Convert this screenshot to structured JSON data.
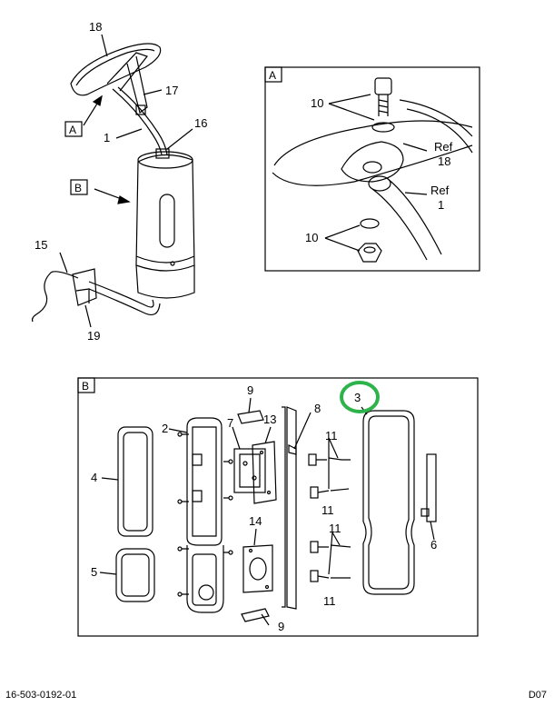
{
  "callouts": {
    "c18": "18",
    "c17": "17",
    "cA": "A",
    "c1": "1",
    "c16": "16",
    "cB": "B",
    "c15": "15",
    "c19": "19",
    "inset_a_label": "A",
    "a10_top": "10",
    "a10_bottom": "10",
    "ref18": "Ref",
    "ref18_num": "18",
    "ref1": "Ref",
    "ref1_num": "1",
    "inset_b_label": "B",
    "b9_top": "9",
    "b2": "2",
    "b7": "7",
    "b13": "13",
    "b8": "8",
    "b3": "3",
    "b4": "4",
    "b11_a": "11",
    "b11_b": "11",
    "b11_c": "11",
    "b11_d": "11",
    "b14": "14",
    "b5": "5",
    "b6": "6",
    "b9_bottom": "9"
  },
  "footer": {
    "part_number": "16-503-0192-01",
    "sheet": "D07"
  },
  "colors": {
    "line": "#000000",
    "highlight": "#2db34a",
    "background": "#ffffff"
  }
}
